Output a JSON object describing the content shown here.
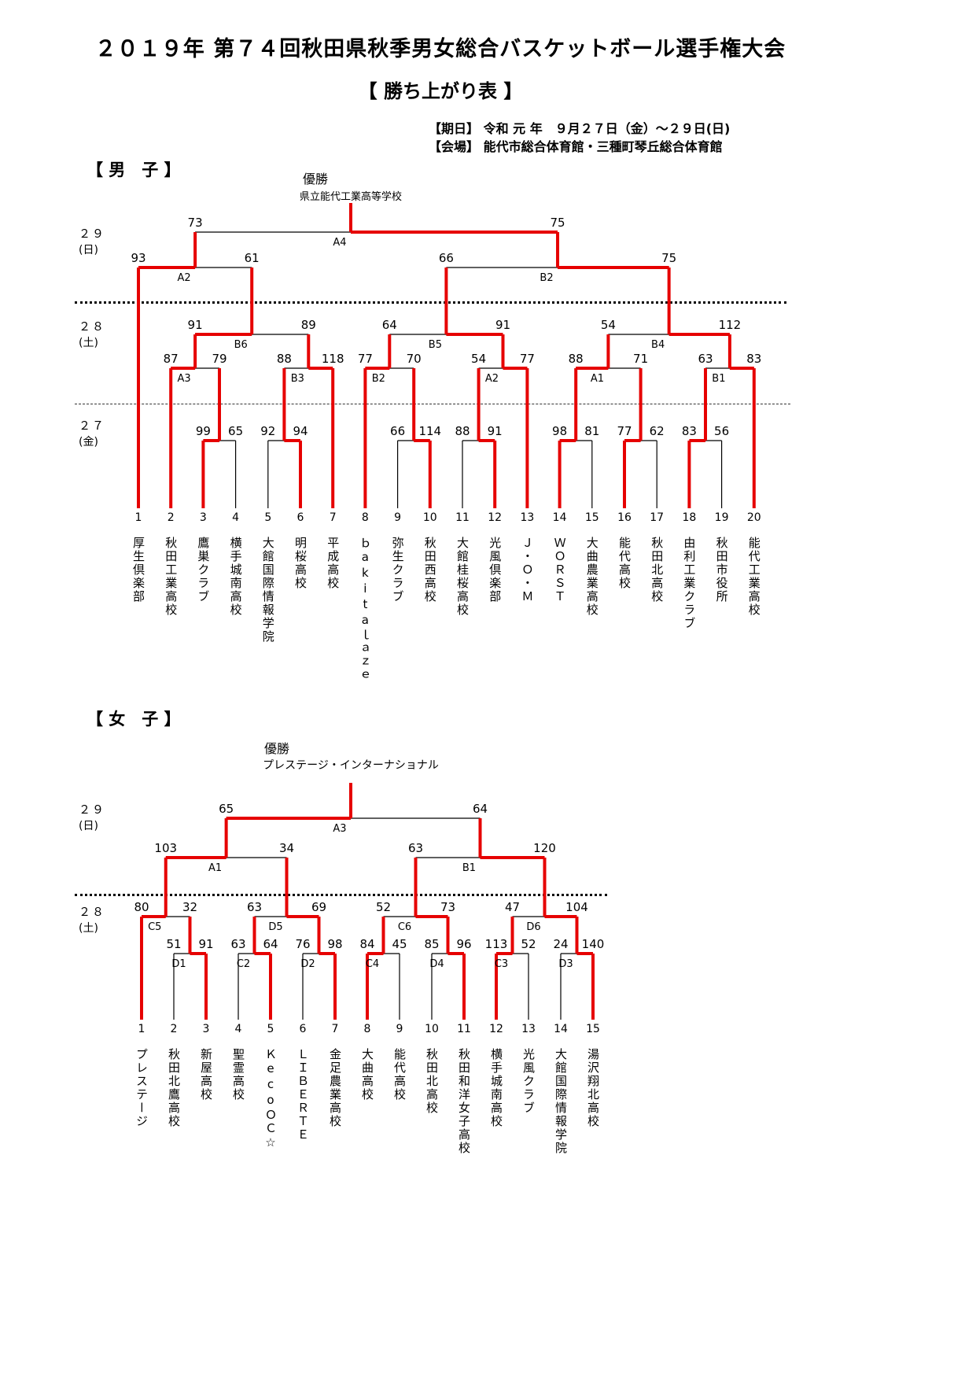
{
  "page": {
    "title": "２０１９年 第７４回秋田県秋季男女総合バスケットボール選手権大会",
    "subtitle": "【 勝ち上がり表 】",
    "date_line": "【期日】 令和 元 年　９月２７日（金）～２９日(日)",
    "venue_line": "【会場】 能代市総合体育館・三種町琴丘総合体育館"
  },
  "colors": {
    "winner_path": "#e60000",
    "line": "#000000"
  },
  "brackets": [
    {
      "id": "men",
      "section_label": "【 男　子 】",
      "champion_caption": "優勝",
      "champion_name": "県立能代工業高等学校",
      "day_labels": [
        {
          "date": "２９",
          "weekday": "(日)"
        },
        {
          "date": "２８",
          "weekday": "(土)"
        },
        {
          "date": "２７",
          "weekday": "(金)"
        }
      ],
      "teams": [
        "厚生倶楽部",
        "秋田工業高校",
        "鷹巣クラブ",
        "横手城南高校",
        "大館国際情報学院",
        "明桜高校",
        "平成高校",
        "ｂakitaｌａｚｅ",
        "弥生クラブ",
        "秋田西高校",
        "大館桂桜高校",
        "光風倶楽部",
        "Ｊ・Ｏ・Ｍ",
        "ＷＯＲＳＴ",
        "大曲農業高校",
        "能代高校",
        "秋田北高校",
        "由利工業クラブ",
        "秋田市役所",
        "能代工業高校"
      ],
      "rounds": [
        {
          "games": [
            {
              "key": "m-r1-1",
              "label": "",
              "left": {
                "t": 3
              },
              "right": {
                "t": 4
              },
              "score": [
                99,
                65
              ],
              "winner": "L"
            },
            {
              "key": "m-r1-2",
              "label": "",
              "left": {
                "t": 5
              },
              "right": {
                "t": 6
              },
              "score": [
                92,
                94
              ],
              "winner": "R"
            },
            {
              "key": "m-r1-3",
              "label": "",
              "left": {
                "t": 9
              },
              "right": {
                "t": 10
              },
              "score": [
                66,
                114
              ],
              "winner": "R"
            },
            {
              "key": "m-r1-4",
              "label": "",
              "left": {
                "t": 11
              },
              "right": {
                "t": 12
              },
              "score": [
                88,
                91
              ],
              "winner": "R"
            },
            {
              "key": "m-r1-5",
              "label": "",
              "left": {
                "t": 14
              },
              "right": {
                "t": 15
              },
              "score": [
                98,
                81
              ],
              "winner": "L"
            },
            {
              "key": "m-r1-6",
              "label": "",
              "left": {
                "t": 16
              },
              "right": {
                "t": 17
              },
              "score": [
                77,
                62
              ],
              "winner": "L"
            },
            {
              "key": "m-r1-7",
              "label": "",
              "left": {
                "t": 18
              },
              "right": {
                "t": 19
              },
              "score": [
                83,
                56
              ],
              "winner": "L"
            }
          ]
        },
        {
          "games": [
            {
              "key": "m-A3",
              "label": "A3",
              "left": {
                "t": 2
              },
              "right": {
                "g": "m-r1-1"
              },
              "score": [
                87,
                79
              ],
              "winner": "L"
            },
            {
              "key": "m-B3",
              "label": "B3",
              "left": {
                "g": "m-r1-2"
              },
              "right": {
                "t": 7
              },
              "score": [
                88,
                118
              ],
              "winner": "R"
            },
            {
              "key": "m-B2q",
              "label": "B2",
              "left": {
                "t": 8
              },
              "right": {
                "g": "m-r1-3"
              },
              "score": [
                77,
                70
              ],
              "winner": "L"
            },
            {
              "key": "m-A2q",
              "label": "A2",
              "left": {
                "g": "m-r1-4"
              },
              "right": {
                "t": 13
              },
              "score": [
                54,
                77
              ],
              "winner": "R"
            },
            {
              "key": "m-A1",
              "label": "A1",
              "left": {
                "g": "m-r1-5"
              },
              "right": {
                "g": "m-r1-6"
              },
              "score": [
                88,
                71
              ],
              "winner": "L"
            },
            {
              "key": "m-B1",
              "label": "B1",
              "left": {
                "g": "m-r1-7"
              },
              "right": {
                "t": 20
              },
              "score": [
                63,
                83
              ],
              "winner": "R"
            }
          ]
        },
        {
          "games": [
            {
              "key": "m-B6",
              "label": "B6",
              "left": {
                "g": "m-A3"
              },
              "right": {
                "g": "m-B3"
              },
              "score": [
                91,
                89
              ],
              "winner": "L"
            },
            {
              "key": "m-B5",
              "label": "B5",
              "left": {
                "g": "m-B2q"
              },
              "right": {
                "g": "m-A2q"
              },
              "score": [
                64,
                91
              ],
              "winner": "R"
            },
            {
              "key": "m-B4",
              "label": "B4",
              "left": {
                "g": "m-A1"
              },
              "right": {
                "g": "m-B1"
              },
              "score": [
                54,
                112
              ],
              "winner": "R"
            }
          ]
        },
        {
          "games": [
            {
              "key": "m-A2s",
              "label": "A2",
              "left": {
                "t": 1
              },
              "right": {
                "g": "m-B6"
              },
              "score": [
                93,
                61
              ],
              "winner": "L"
            },
            {
              "key": "m-B2s",
              "label": "B2",
              "left": {
                "g": "m-B5"
              },
              "right": {
                "g": "m-B4"
              },
              "score": [
                66,
                75
              ],
              "winner": "R"
            }
          ]
        },
        {
          "games": [
            {
              "key": "m-A4",
              "label": "A4",
              "left": {
                "g": "m-A2s"
              },
              "right": {
                "g": "m-B2s"
              },
              "score": [
                73,
                75
              ],
              "winner": "R",
              "final": true
            }
          ]
        }
      ]
    },
    {
      "id": "women",
      "section_label": "【 女　子 】",
      "champion_caption": "優勝",
      "champion_name": "プレステージ・インターナショナル",
      "day_labels": [
        {
          "date": "２９",
          "weekday": "(日)"
        },
        {
          "date": "２８",
          "weekday": "(土)"
        }
      ],
      "teams": [
        "プレステージ",
        "秋田北鷹高校",
        "新屋高校",
        "聖霊高校",
        "ＫecoＯＣ☆",
        "ＬＩＢＥＲＴＥ",
        "金足農業高校",
        "大曲高校",
        "能代高校",
        "秋田北高校",
        "秋田和洋女子高校",
        "横手城南高校",
        "光風クラブ",
        "大館国際情報学院",
        "湯沢翔北高校"
      ],
      "rounds": [
        {
          "games": [
            {
              "key": "w-D1",
              "label": "D1",
              "left": {
                "t": 2
              },
              "right": {
                "t": 3
              },
              "score": [
                51,
                91
              ],
              "winner": "R"
            },
            {
              "key": "w-C2",
              "label": "C2",
              "left": {
                "t": 4
              },
              "right": {
                "t": 5
              },
              "score": [
                63,
                64
              ],
              "winner": "R"
            },
            {
              "key": "w-D2",
              "label": "D2",
              "left": {
                "t": 6
              },
              "right": {
                "t": 7
              },
              "score": [
                76,
                98
              ],
              "winner": "R"
            },
            {
              "key": "w-C4",
              "label": "C4",
              "left": {
                "t": 8
              },
              "right": {
                "t": 9
              },
              "score": [
                84,
                45
              ],
              "winner": "L"
            },
            {
              "key": "w-D4",
              "label": "D4",
              "left": {
                "t": 10
              },
              "right": {
                "t": 11
              },
              "score": [
                85,
                96
              ],
              "winner": "R"
            },
            {
              "key": "w-C3",
              "label": "C3",
              "left": {
                "t": 12
              },
              "right": {
                "t": 13
              },
              "score": [
                113,
                52
              ],
              "winner": "L"
            },
            {
              "key": "w-D3",
              "label": "D3",
              "left": {
                "t": 14
              },
              "right": {
                "t": 15
              },
              "score": [
                24,
                140
              ],
              "winner": "R"
            }
          ]
        },
        {
          "games": [
            {
              "key": "w-C5",
              "label": "C5",
              "left": {
                "t": 1
              },
              "right": {
                "g": "w-D1"
              },
              "score": [
                80,
                32
              ],
              "winner": "L"
            },
            {
              "key": "w-D5",
              "label": "D5",
              "left": {
                "g": "w-C2"
              },
              "right": {
                "g": "w-D2"
              },
              "score": [
                63,
                69
              ],
              "winner": "R"
            },
            {
              "key": "w-C6",
              "label": "C6",
              "left": {
                "g": "w-C4"
              },
              "right": {
                "g": "w-D4"
              },
              "score": [
                52,
                73
              ],
              "winner": "R"
            },
            {
              "key": "w-D6",
              "label": "D6",
              "left": {
                "g": "w-C3"
              },
              "right": {
                "g": "w-D3"
              },
              "score": [
                47,
                104
              ],
              "winner": "R"
            }
          ]
        },
        {
          "games": [
            {
              "key": "w-A1",
              "label": "A1",
              "left": {
                "g": "w-C5"
              },
              "right": {
                "g": "w-D5"
              },
              "score": [
                103,
                34
              ],
              "winner": "L"
            },
            {
              "key": "w-B1",
              "label": "B1",
              "left": {
                "g": "w-C6"
              },
              "right": {
                "g": "w-D6"
              },
              "score": [
                63,
                120
              ],
              "winner": "R"
            }
          ]
        },
        {
          "games": [
            {
              "key": "w-A3",
              "label": "A3",
              "left": {
                "g": "w-A1"
              },
              "right": {
                "g": "w-B1"
              },
              "score": [
                65,
                64
              ],
              "winner": "L",
              "final": true
            }
          ]
        }
      ]
    }
  ]
}
